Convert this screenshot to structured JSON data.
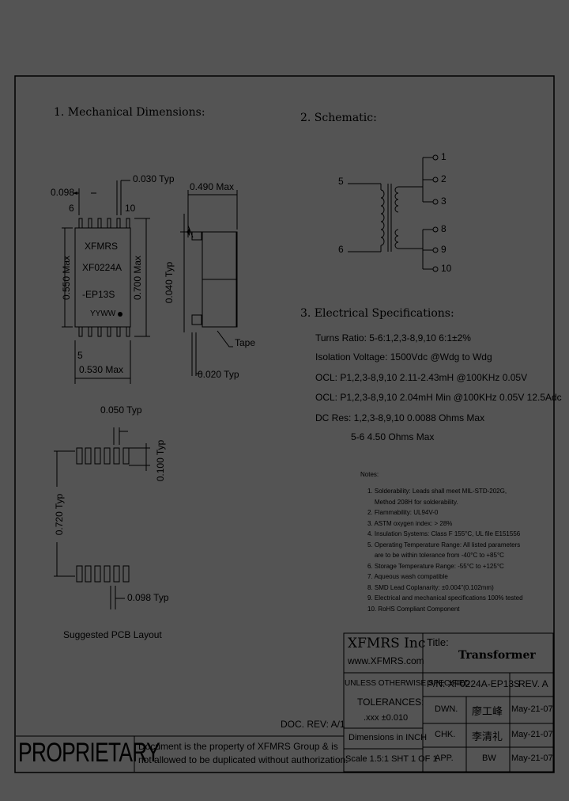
{
  "sections": {
    "mechanical": "1. Mechanical Dimensions:",
    "schematic": "2. Schematic:",
    "electrical": "3. Electrical  Specifications:"
  },
  "mechanical": {
    "dim_030": "0.030 Typ",
    "dim_098_top": "0.098",
    "pin_6": "6",
    "pin_10": "10",
    "pin_5": "5",
    "dim_550": "0.550 Max",
    "dim_700": "0.700 Max",
    "dim_530": "0.530 Max",
    "dim_490": "0.490 Max",
    "dim_040": "0.040 Typ",
    "dim_020": "0.020 Typ",
    "tape_label": "Tape",
    "marking_1": "XFMRS",
    "marking_2": "XF0224A",
    "marking_3": "-EP13S",
    "marking_4": "YYWW",
    "dim_050": "0.050 Typ",
    "dim_100": "0.100 Typ",
    "dim_720": "0.720 Typ",
    "dim_098_bottom": "0.098 Typ",
    "pcb_caption": "Suggested PCB Layout"
  },
  "schematic": {
    "pin_labels_left": [
      "5",
      "6"
    ],
    "pin_labels_right": [
      "1",
      "2",
      "3",
      "8",
      "9",
      "10"
    ]
  },
  "electrical": {
    "lines": [
      "Turns Ratio: 5-6:1,2,3-8,9,10   6:1±2%",
      "Isolation Voltage: 1500Vdc @Wdg to Wdg",
      "OCL: P1,2,3-8,9,10  2.11-2.43mH @100KHz 0.05V",
      "OCL: P1,2,3-8,9,10  2.04mH Min @100KHz 0.05V 12.5Adc",
      "DC Res: 1,2,3-8,9,10  0.0088 Ohms Max",
      "5-6  4.50 Ohms Max"
    ]
  },
  "notes": {
    "title": "Notes:",
    "items": [
      "1. Solderability: Leads shall meet MIL-STD-202G,",
      "    Method 208H for solderability.",
      "2. Flammability: UL94V-0",
      "3. ASTM oxygen index: > 28%",
      "4. Insulation Systems: Class F 155°C, UL file E151556",
      "5. Operating Temperature Range: All listed parameters",
      "    are to be within tolerance from -40°C to +85°C",
      "6. Storage Temperature Range: -55°C to +125°C",
      "7. Aqueous wash compatible",
      "8. SMD Lead Coplanarity: ±0.004\"(0.102mm)",
      "9. Electrical and mechanical specifications 100% tested",
      "10. RoHS Compliant Component"
    ]
  },
  "title_block": {
    "company": "XFMRS Inc",
    "website": "www.XFMRS.com",
    "title_label": "Title:",
    "title_value": "Transformer",
    "tolerance_1": "UNLESS OTHERWISE SPECIFIED",
    "tolerance_2": "TOLERANCES:",
    "tolerance_3": ".xxx ±0.010",
    "tolerance_4": "Dimensions in INCH",
    "scale": "Scale 1.5:1  SHT 1 OF 1",
    "pn": "P/N: XF0224A-EP13S",
    "rev": "REV. A",
    "drn_label": "DWN.",
    "drn_name": "廖工峰",
    "drn_date": "May-21-07",
    "chk_label": "CHK.",
    "chk_name": "李清礼",
    "chk_date": "May-21-07",
    "app_label": "APP.",
    "app_name": "BW",
    "app_date": "May-21-07",
    "doc_rev": "DOC. REV: A/1",
    "proprietary": "PROPRIETARY",
    "disclaimer_1": "Document is the property of XFMRS Group & is",
    "disclaimer_2": "not allowed to be duplicated without authorization."
  }
}
